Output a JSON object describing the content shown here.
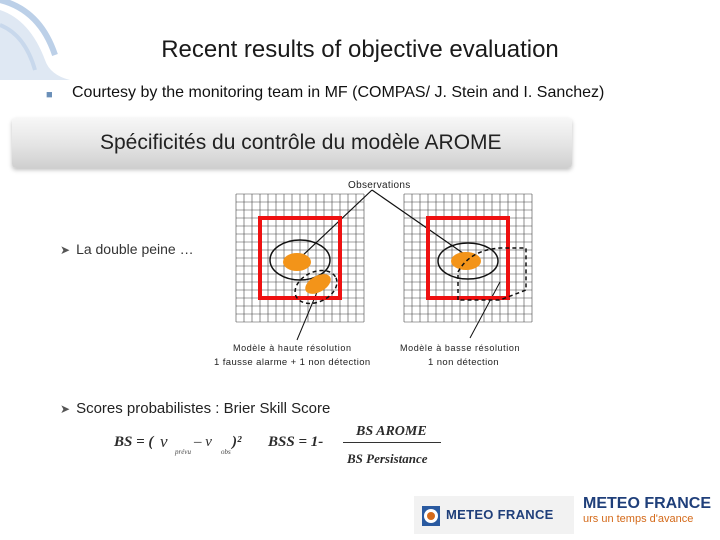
{
  "slide": {
    "title": "Recent results of objective evaluation",
    "courtesy": "Courtesy by the monitoring team in MF (COMPAS/ J. Stein and I. Sanchez)"
  },
  "banner": {
    "text": "Spécificités du contrôle du modèle AROME"
  },
  "bullets": {
    "double_peine": "La double peine …",
    "scores": "Scores probabilistes : Brier Skill Score"
  },
  "diagram": {
    "observations": "Observations",
    "high_res_caption": "Modèle à haute résolution",
    "high_res_result": "1 fausse alarme + 1 non détection",
    "low_res_caption": "Modèle à basse résolution",
    "low_res_result": "1 non détection",
    "colors": {
      "frame": "#ee1111",
      "blob": "#f39419",
      "grid": "#444444"
    }
  },
  "formula": {
    "bs_lhs": "BS = (",
    "v_prevu": "v",
    "sub_prevu": "prévu",
    "minus": "– v",
    "sub_obs": "obs",
    "square": ")²",
    "bss_lhs": "BSS = 1-",
    "numerator": "BS AROME",
    "denominator": "BS Persistance"
  },
  "logos": {
    "left_name": "METEO FRANCE",
    "right_name": "METEO FRANCE",
    "right_tagline": "urs un temps d'avance"
  }
}
